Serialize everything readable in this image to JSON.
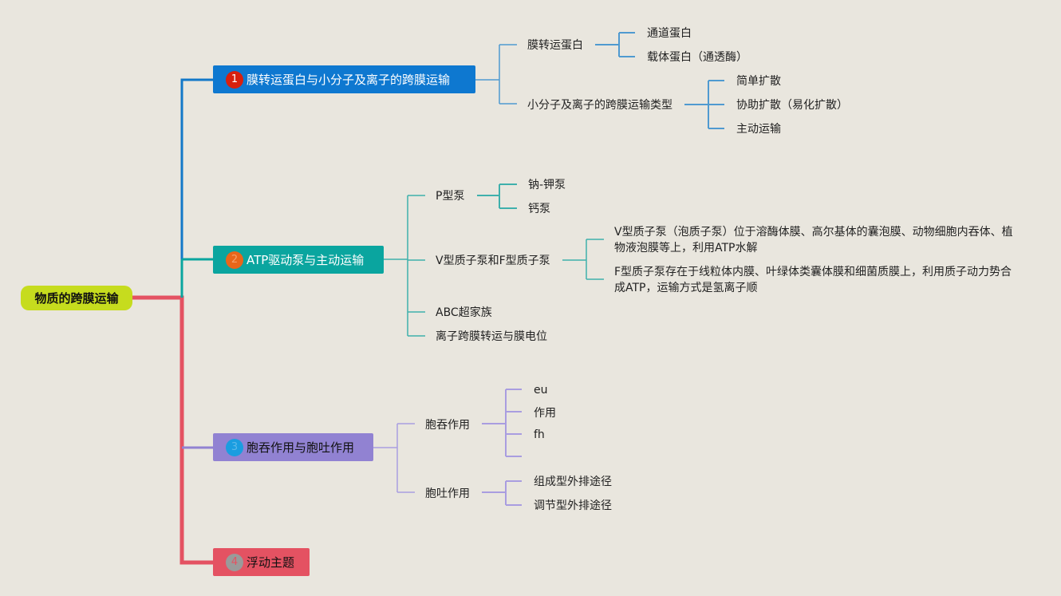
{
  "root": {
    "label": "物质的跨膜运输"
  },
  "topics": [
    {
      "number": "1",
      "label": "膜转运蛋白与小分子及离子的跨膜运输",
      "color": "#0e78d0",
      "badge_color": "#d8200e"
    },
    {
      "number": "2",
      "label": "ATP驱动泵与主动运输",
      "color": "#0aa59f",
      "badge_color": "#e8661a"
    },
    {
      "number": "3",
      "label": "胞吞作用与胞吐作用",
      "color": "#9182d2",
      "badge_color": "#1a9de0"
    },
    {
      "number": "4",
      "label": "浮动主题",
      "color": "#e45262",
      "badge_color": "#9a9a9a"
    }
  ],
  "t1": {
    "a": "膜转运蛋白",
    "a1": "通道蛋白",
    "a2": "载体蛋白（通透酶）",
    "b": "小分子及离子的跨膜运输类型",
    "b1": "简单扩散",
    "b2": "协助扩散（易化扩散）",
    "b3": "主动运输"
  },
  "t2": {
    "a": "P型泵",
    "a1": "钠-钾泵",
    "a2": "钙泵",
    "b": "V型质子泵和F型质子泵",
    "b1": "V型质子泵（泡质子泵）位于溶酶体膜、高尔基体的囊泡膜、动物细胞内吞体、植物液泡膜等上，利用ATP水解",
    "b2": "F型质子泵存在于线粒体内膜、叶绿体类囊体膜和细菌质膜上，利用质子动力势合成ATP，运输方式是氢离子顺",
    "c": "ABC超家族",
    "d": "离子跨膜转运与膜电位"
  },
  "t3": {
    "a": "胞吞作用",
    "a1": "eu",
    "a2": "作用",
    "a3": "fh",
    "b": "胞吐作用",
    "b1": "组成型外排途径",
    "b2": "调节型外排途径"
  }
}
